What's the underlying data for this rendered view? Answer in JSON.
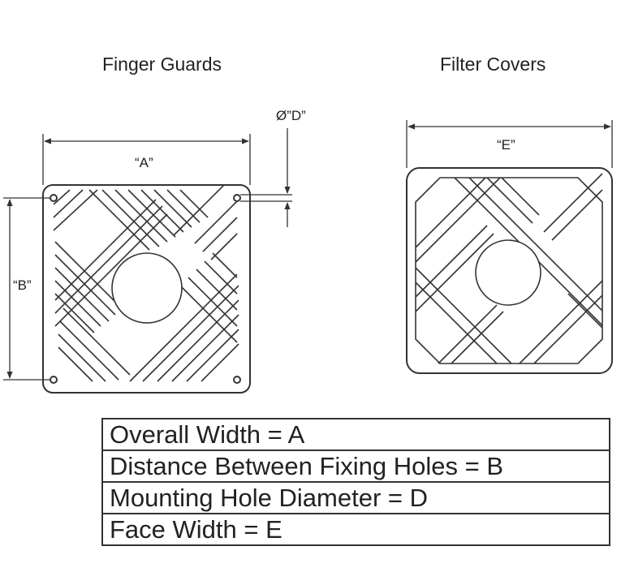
{
  "titles": {
    "finger_guards": "Finger Guards",
    "filter_covers": "Filter Covers"
  },
  "dimensions": {
    "a_label": "“A”",
    "b_label": "“B”",
    "d_label": "Ø”D”",
    "e_label": "“E”"
  },
  "legend": [
    "Overall Width = A",
    "Distance Between Fixing Holes = B",
    "Mounting Hole Diameter = D",
    "Face Width = E"
  ],
  "colors": {
    "line": "#333333",
    "background": "#ffffff"
  }
}
